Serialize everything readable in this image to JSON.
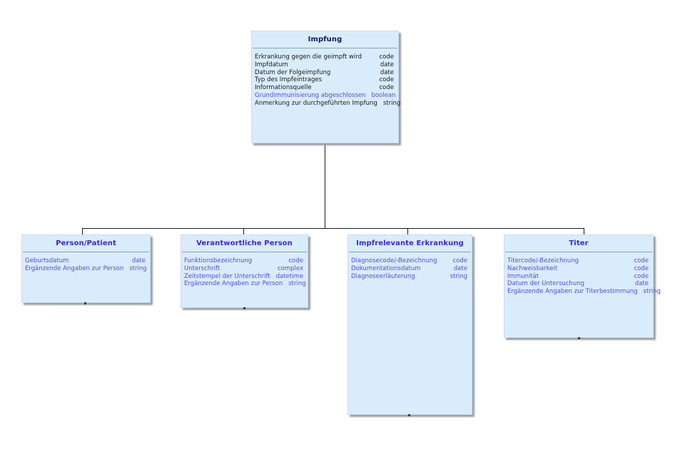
{
  "colors": {
    "box_fill": "#d9ecfc",
    "box_shadow": "#9aa0a6",
    "title_navy": "#15155e",
    "title_purple": "#3d26d8",
    "attribute_purple": "#5946e3",
    "attribute_black": "#1a1a1a",
    "separator": "#8ba2b5",
    "connector": "#1a1a1a"
  },
  "nodes": {
    "impfung": {
      "title": "Impfung",
      "attributes": [
        {
          "name": "Erkrankung gegen die geimpft wird",
          "type": "code"
        },
        {
          "name": "Impfdatum",
          "type": "date"
        },
        {
          "name": "Datum der Folgeimpfung",
          "type": "date"
        },
        {
          "name": "Typ des Impfeintrages",
          "type": "code"
        },
        {
          "name": "Informationsquelle",
          "type": "code"
        },
        {
          "name": "Grundimmunisierung abgeschlossen",
          "type": "boolean"
        },
        {
          "name": "Anmerkung zur durchgeführten Impfung",
          "type": "string"
        }
      ]
    },
    "person": {
      "title": "Person/Patient",
      "attributes": [
        {
          "name": "Geburtsdatum",
          "type": "date"
        },
        {
          "name": "Ergänzende Angaben zur Person",
          "type": "string"
        }
      ]
    },
    "verantwortliche": {
      "title": "Verantwortliche Person",
      "attributes": [
        {
          "name": "Funktionsbezeichnung",
          "type": "code"
        },
        {
          "name": "Unterschrift",
          "type": "complex"
        },
        {
          "name": "Zeitstempel der Unterschrift",
          "type": "datetime"
        },
        {
          "name": "Ergänzende Angaben zur Person",
          "type": "string"
        }
      ]
    },
    "erkrankung": {
      "title": "Impfrelevante Erkrankung",
      "attributes": [
        {
          "name": "Diagnosecode/-Bezeichnung",
          "type": "code"
        },
        {
          "name": "Dokumentationsdatum",
          "type": "date"
        },
        {
          "name": "Diagnoseerläuterung",
          "type": "string"
        }
      ]
    },
    "titer": {
      "title": "Titer",
      "attributes": [
        {
          "name": "Titercode/-Bezeichnung",
          "type": "code"
        },
        {
          "name": "Nachweisbarkeit",
          "type": "code"
        },
        {
          "name": "Immunität",
          "type": "code"
        },
        {
          "name": "Datum der Untersuchung",
          "type": "date"
        },
        {
          "name": "Ergänzende Angaben zur Titerbestimmung",
          "type": "string"
        }
      ]
    }
  }
}
